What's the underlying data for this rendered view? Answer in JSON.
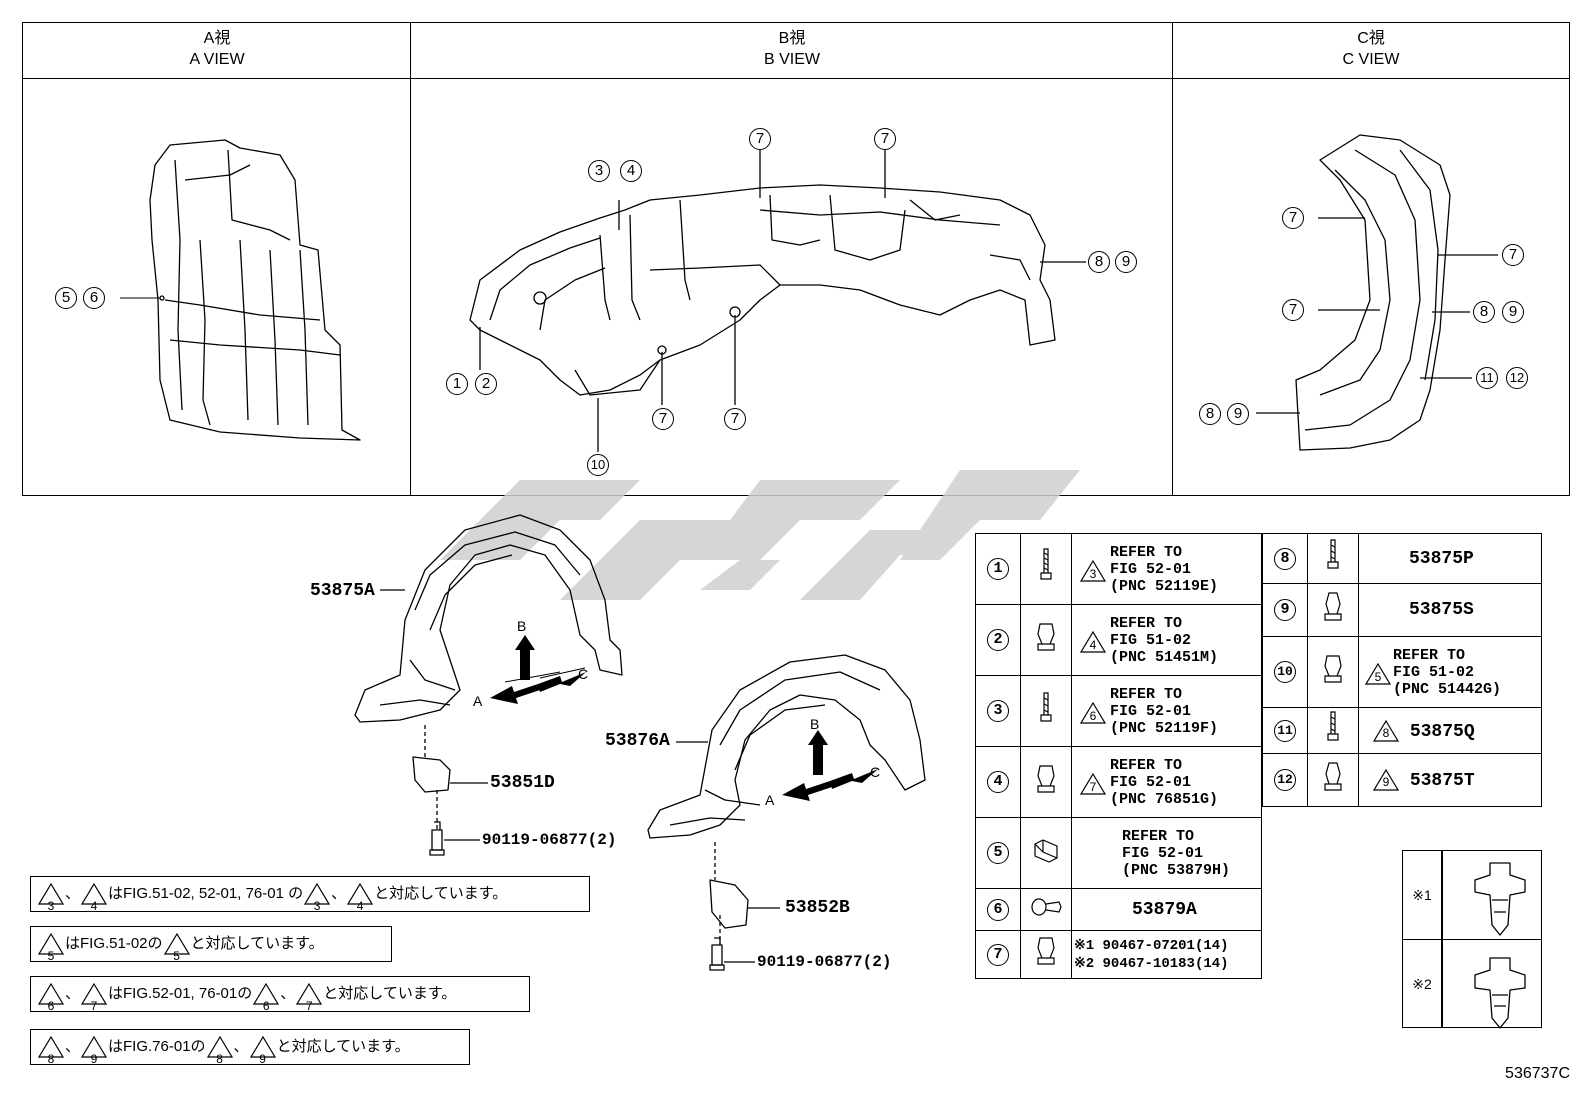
{
  "views": [
    {
      "jp": "A視",
      "en": "A VIEW"
    },
    {
      "jp": "B視",
      "en": "B VIEW"
    },
    {
      "jp": "C視",
      "en": "C VIEW"
    }
  ],
  "callouts": {
    "c1": "1",
    "c2": "2",
    "c3": "3",
    "c4": "4",
    "c5": "5",
    "c6": "6",
    "c7": "7",
    "c8": "8",
    "c9": "9",
    "c10": "10",
    "c11": "11",
    "c12": "12"
  },
  "main_parts": {
    "p1": "53875A",
    "p2": "53876A",
    "p3": "53851D",
    "p4": "53852B",
    "bolt1": "90119-06877(2)",
    "bolt2": "90119-06877(2)"
  },
  "arrows": {
    "a": "A",
    "b": "B",
    "c": "C"
  },
  "parts_table": [
    {
      "num": "1",
      "tri": "3",
      "lines": [
        "REFER TO",
        "FIG 52-01",
        "(PNC 52119E)"
      ]
    },
    {
      "num": "2",
      "tri": "4",
      "lines": [
        "REFER TO",
        "FIG 51-02",
        "(PNC 51451M)"
      ]
    },
    {
      "num": "3",
      "tri": "6",
      "lines": [
        "REFER TO",
        "FIG 52-01",
        "(PNC 52119F)"
      ]
    },
    {
      "num": "4",
      "tri": "7",
      "lines": [
        "REFER TO",
        "FIG 52-01",
        "(PNC 76851G)"
      ]
    },
    {
      "num": "5",
      "tri": "",
      "lines": [
        "REFER TO",
        "FIG 52-01",
        "(PNC 53879H)"
      ]
    },
    {
      "num": "6",
      "tri": "",
      "lines": [
        "53879A"
      ]
    },
    {
      "num": "7",
      "tri": "",
      "lines": [
        "※1 90467-07201(14)",
        "※2 90467-10183(14)"
      ]
    }
  ],
  "parts_table_right": [
    {
      "num": "8",
      "tri": "",
      "text": "53875P"
    },
    {
      "num": "9",
      "tri": "",
      "text": "53875S"
    },
    {
      "num": "10",
      "tri": "5",
      "lines": [
        "REFER TO",
        "FIG 51-02",
        "(PNC 51442G)"
      ]
    },
    {
      "num": "11",
      "tri": "8",
      "text": "53875Q"
    },
    {
      "num": "12",
      "tri": "9",
      "text": "53875T"
    }
  ],
  "notes": [
    {
      "t1": "3",
      "s1": "、",
      "t2": "4",
      "text": "はFIG.51-02, 52-01, 76-01 の",
      "t3": "3",
      "s2": "、",
      "t4": "4",
      "tail": "と対応しています。"
    },
    {
      "t1": "5",
      "text": "はFIG.51-02の",
      "t2": "5",
      "tail": "と対応しています。"
    },
    {
      "t1": "6",
      "s1": "、",
      "t2": "7",
      "text": "はFIG.52-01, 76-01の",
      "t3": "6",
      "s2": "、",
      "t4": "7",
      "tail": "と対応しています。"
    },
    {
      "t1": "8",
      "s1": "、",
      "t2": "9",
      "text": "はFIG.76-01の",
      "t3": "8",
      "s2": "、",
      "t4": "9",
      "tail": "と対応しています。"
    }
  ],
  "clip_keys": [
    "※1",
    "※2"
  ],
  "figure_number": "536737C",
  "colors": {
    "line": "#000000",
    "watermark": "#c8c8c8"
  }
}
